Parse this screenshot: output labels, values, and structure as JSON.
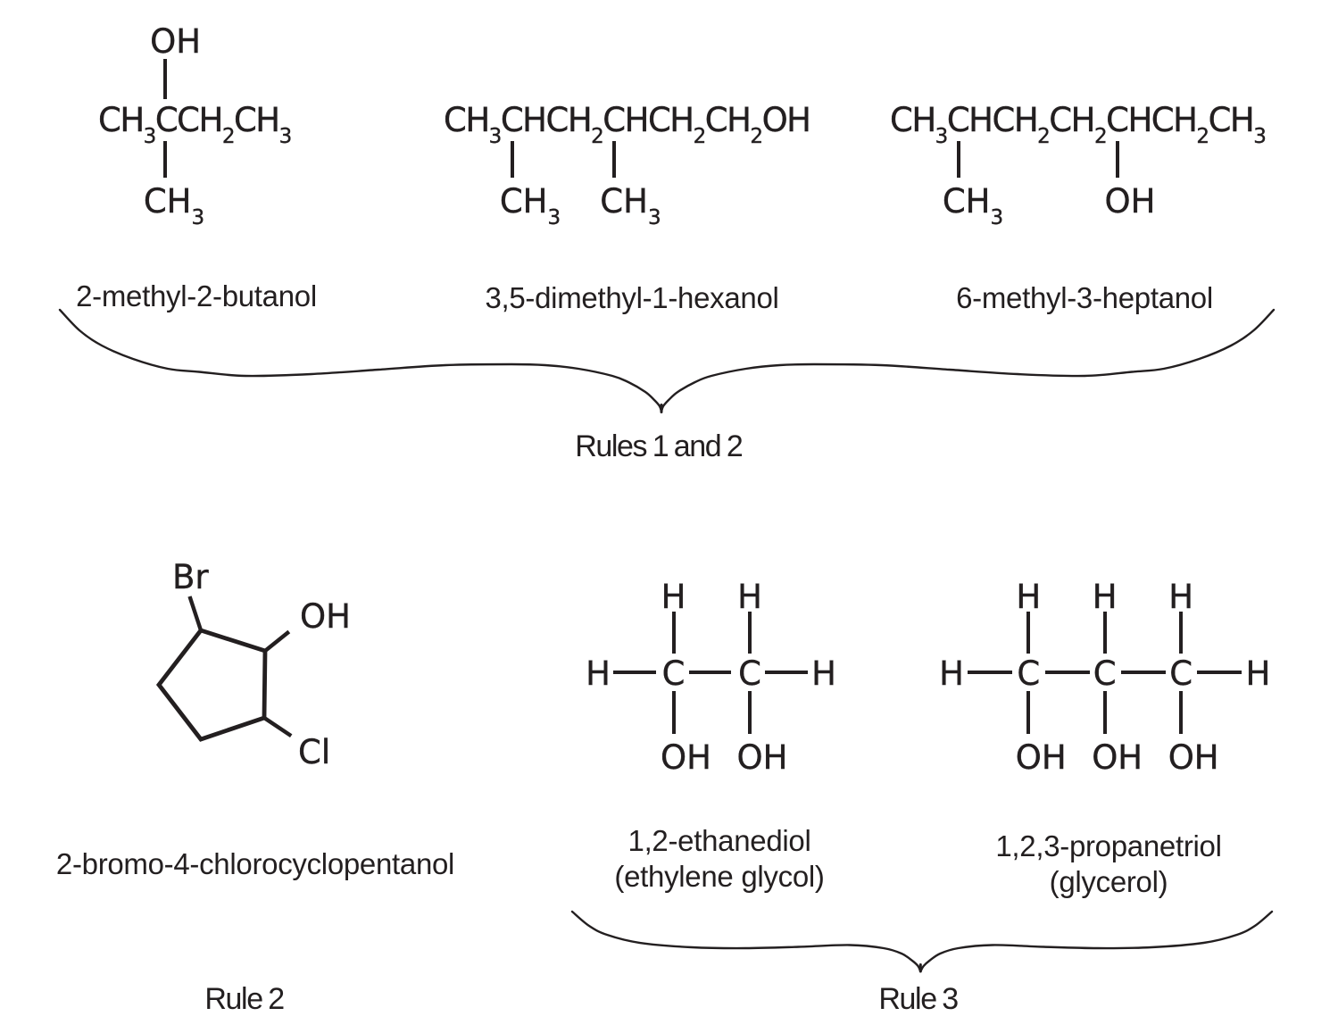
{
  "colors": {
    "ink": "#231f20",
    "background": "#ffffff"
  },
  "top_row": {
    "butanol": {
      "oh_top": "OH",
      "formula": [
        {
          "t": "CH",
          "s": "3"
        },
        {
          "t": "C",
          "s": ""
        },
        {
          "t": "CH",
          "s": "2"
        },
        {
          "t": "CH",
          "s": "3"
        }
      ],
      "ch3_bottom": {
        "t": "CH",
        "s": "3"
      },
      "label": "2-methyl-2-butanol"
    },
    "hexanol": {
      "formula": [
        {
          "t": "CH",
          "s": "3"
        },
        {
          "t": "C",
          "s": ""
        },
        {
          "t": "HCH",
          "s": "2"
        },
        {
          "t": "C",
          "s": ""
        },
        {
          "t": "HCH",
          "s": "2"
        },
        {
          "t": "CH",
          "s": "2"
        },
        {
          "t": "OH",
          "s": ""
        }
      ],
      "ch3_branch_1": {
        "t": "CH",
        "s": "3"
      },
      "ch3_branch_2": {
        "t": "CH",
        "s": "3"
      },
      "label": "3,5-dimethyl-1-hexanol"
    },
    "heptanol": {
      "formula": [
        {
          "t": "CH",
          "s": "3"
        },
        {
          "t": "C",
          "s": ""
        },
        {
          "t": "HCH",
          "s": "2"
        },
        {
          "t": "CH",
          "s": "2"
        },
        {
          "t": "C",
          "s": ""
        },
        {
          "t": "HCH",
          "s": "2"
        },
        {
          "t": "CH",
          "s": "3"
        }
      ],
      "ch3_branch": {
        "t": "CH",
        "s": "3"
      },
      "oh_branch": "OH",
      "label": "6-methyl-3-heptanol"
    },
    "brace_label": "Rules 1 and 2"
  },
  "bottom_row": {
    "cyclopentanol": {
      "br": "Br",
      "oh": "OH",
      "cl": "Cl",
      "label": "2-bromo-4-chlorocyclopentanol",
      "rule_label": "Rule 2"
    },
    "ethanediol": {
      "left_h": "H",
      "right_h": "H",
      "carbons": [
        "C",
        "C"
      ],
      "top_hs": [
        "H",
        "H"
      ],
      "bottom_ohs": [
        "OH",
        "OH"
      ],
      "label_line1": "1,2-ethanediol",
      "label_line2": "(ethylene glycol)"
    },
    "propanetriol": {
      "left_h": "H",
      "right_h": "H",
      "carbons": [
        "C",
        "C",
        "C"
      ],
      "top_hs": [
        "H",
        "H",
        "H"
      ],
      "bottom_ohs": [
        "OH",
        "OH",
        "OH"
      ],
      "label_line1": "1,2,3-propanetriol",
      "label_line2": "(glycerol)"
    },
    "brace_label": "Rule 3"
  }
}
